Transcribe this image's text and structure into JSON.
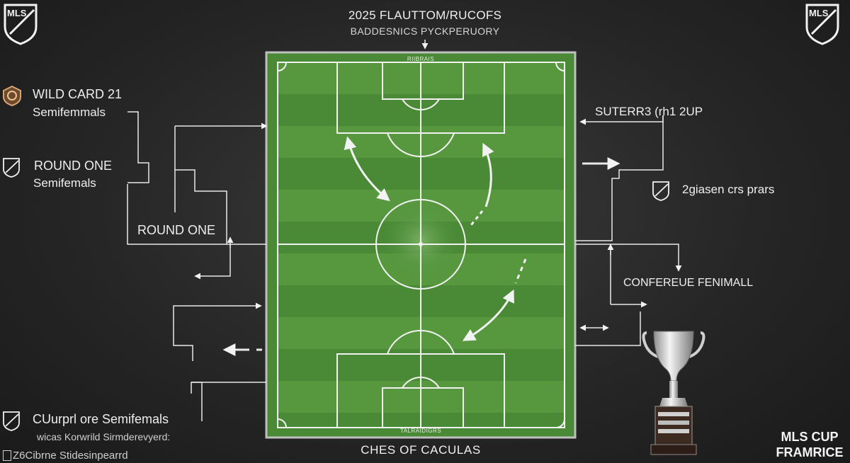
{
  "header": {
    "title": "2025 FLAUTTOM/RUCOFS",
    "subtitle": "BADDESNICS PYCKPERUORY"
  },
  "pitch": {
    "top_tag": "RIIBRAIS",
    "bottom_tag": "TALRAIDIGRS"
  },
  "left": {
    "block1_title": "WILD CARD 21",
    "block1_sub": "Semifemmals",
    "block2_title": "ROUND ONE",
    "block2_sub": "Semifemals",
    "block3_title": "ROUND ONE",
    "block4_title": "CUurprl ore Semifemals",
    "block4_sub": "wicas Korwrild Sirmderevyerd:",
    "block5_text": "Z6Cibrne Stidesinpearrd"
  },
  "right": {
    "block1_title": "SUTERR3 (rh1 2UP",
    "block2_title": "2giasen crs prars",
    "block3_title": "CONFEREUE FENIMALL"
  },
  "footer": {
    "center": "CHES OF CACULAS",
    "brand_line1": "MLS CUP",
    "brand_line2": "FRAMRICE"
  },
  "logo": {
    "text": "MLS"
  },
  "colors": {
    "background": "#262626",
    "pitch_green": "#4e8e3a",
    "pitch_green_light": "#5a9c44",
    "line_white": "#f2f2f2",
    "crest_bronze": "#b8845a"
  },
  "icons": [
    "mls-crest-icon",
    "bronze-crest-icon",
    "trophy-icon"
  ]
}
